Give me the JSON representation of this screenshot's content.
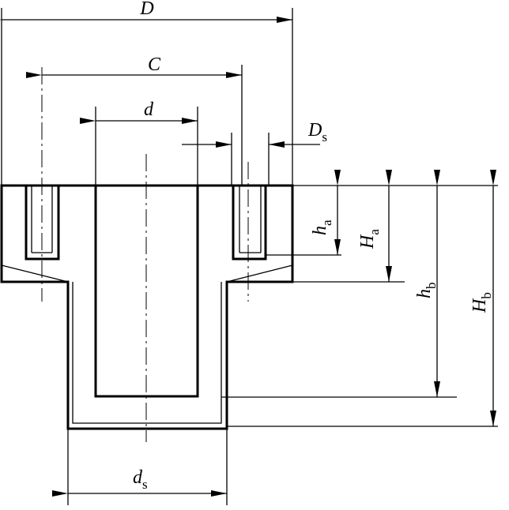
{
  "diagram": {
    "labels": {
      "D": {
        "main": "D",
        "sub": ""
      },
      "C": {
        "main": "C",
        "sub": ""
      },
      "d": {
        "main": "d",
        "sub": ""
      },
      "Ds": {
        "main": "D",
        "sub": "s"
      },
      "ds": {
        "main": "d",
        "sub": "s"
      },
      "ha": {
        "main": "h",
        "sub": "a"
      },
      "Ha": {
        "main": "H",
        "sub": "a"
      },
      "hb": {
        "main": "h",
        "sub": "b"
      },
      "Hb": {
        "main": "H",
        "sub": "b"
      }
    },
    "colors": {
      "line": "#000000",
      "background": "#ffffff"
    }
  }
}
